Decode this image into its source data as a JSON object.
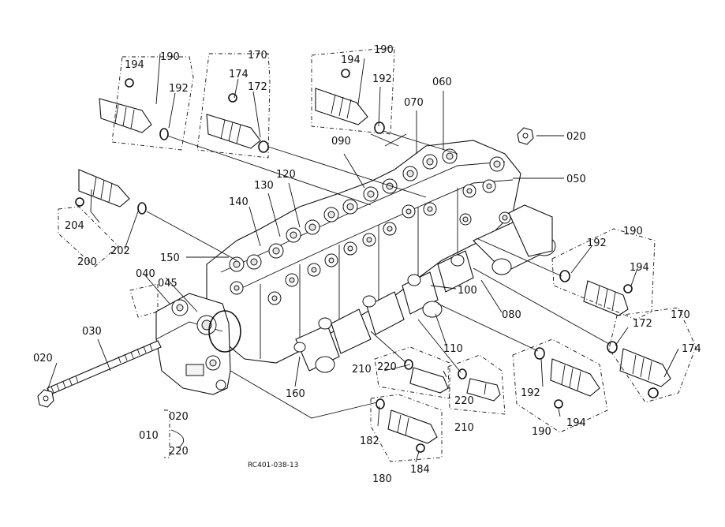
{
  "diagram": {
    "drawing_code": "RC401-038-13",
    "callouts": {
      "p020_nut_top": "020",
      "p050": "050",
      "p060": "060",
      "p070": "070",
      "p090": "090",
      "p120": "120",
      "p130": "130",
      "p140": "140",
      "p150": "150",
      "p040": "040",
      "p045": "045",
      "p030": "030",
      "p020_left": "020",
      "p160": "160",
      "p100": "100",
      "p080": "080",
      "p110": "110",
      "g190_a": "190",
      "g190_a_194": "194",
      "g190_a_192": "192",
      "g170_a": "170",
      "g170_a_174": "174",
      "g170_a_172": "172",
      "g190_b": "190",
      "g190_b_194": "194",
      "g190_b_192": "192",
      "g200": "200",
      "g200_204": "204",
      "g200_202": "202",
      "g190_c": "190",
      "g190_c_192": "192",
      "g190_c_194": "194",
      "g170_b": "170",
      "g170_b_172": "172",
      "g170_b_174": "174",
      "g190_d": "190",
      "g190_d_192": "192",
      "g190_d_194": "194",
      "g210_a": "210",
      "g210_a_220": "220",
      "g210_b": "210",
      "g210_b_220": "220",
      "g180": "180",
      "g180_182": "182",
      "g180_184": "184",
      "kit_010": "010",
      "kit_020": "020",
      "kit_220": "220"
    }
  }
}
